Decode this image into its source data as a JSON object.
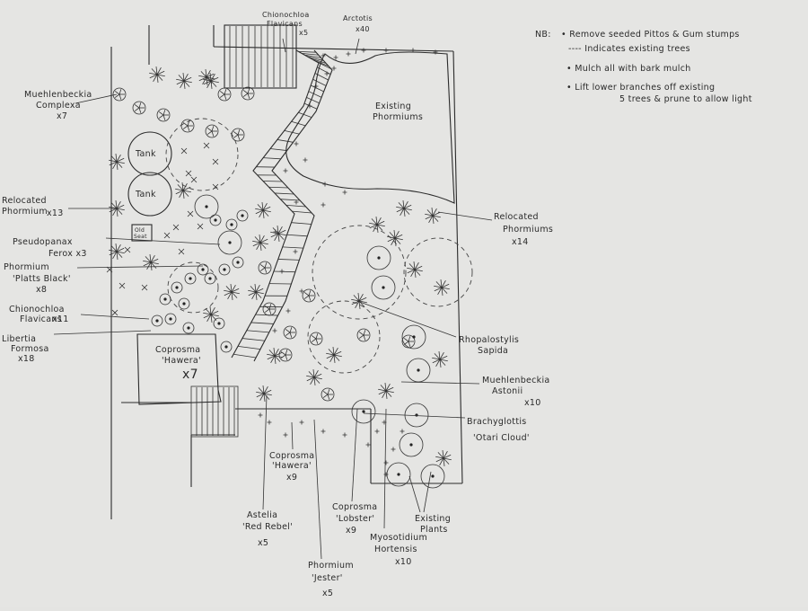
{
  "notes": {
    "heading": "NB:",
    "items": [
      "• Remove seeded Pittos & Gum stumps",
      "---- Indicates existing trees",
      "• Mulch all with bark mulch",
      "• Lift lower branches off existing",
      "5 trees & prune to allow light"
    ]
  },
  "areas": {
    "existing": [
      "Existing",
      "Phormiums"
    ],
    "tank1": "Tank",
    "tank2": "Tank",
    "old_seat": [
      "Old",
      "Seat"
    ],
    "coprosma_box": [
      "Coprosma",
      "'Hawera'",
      "x7"
    ]
  },
  "labels": {
    "chionochloa_top": [
      "Chionochloa",
      "Flavicans",
      "x5"
    ],
    "arctotis": [
      "Arctotis",
      "x40"
    ],
    "muehlenbeckia_complexa": [
      "Muehlenbeckia",
      "Complexa",
      "x7"
    ],
    "relocated_left": [
      "Relocated",
      "Phormium",
      "x13"
    ],
    "pseudopanax": [
      "Pseudopanax",
      "Ferox x3"
    ],
    "platts_black": [
      "Phormium",
      "'Platts Black'",
      "x8"
    ],
    "chionochloa_left": [
      "Chionochloa",
      "Flavicans",
      "x11"
    ],
    "libertia": [
      "Libertia",
      "Formosa",
      "x18"
    ],
    "relocated_right": [
      "Relocated",
      "Phormiums",
      "x14"
    ],
    "rhopalostylis": [
      "Rhopalostylis",
      "Sapida"
    ],
    "muehlenbeckia_astonii": [
      "Muehlenbeckia",
      "Astonii",
      "x10"
    ],
    "brachyglottis": [
      "Brachyglottis",
      "'Otari Cloud'"
    ],
    "coprosma_hawera": [
      "Coprosma",
      "'Hawera'",
      "x9"
    ],
    "astelia": [
      "Astelia",
      "'Red Rebel'",
      "x5"
    ],
    "phormium_jester": [
      "Phormium",
      "'Jester'",
      "x5"
    ],
    "coprosma_lobster": [
      "Coprosma",
      "'Lobster'",
      "x9"
    ],
    "myosotidium": [
      "Myosotidium",
      "Hortensis",
      "x10"
    ],
    "existing_plants": [
      "Existing",
      "Plants"
    ]
  }
}
